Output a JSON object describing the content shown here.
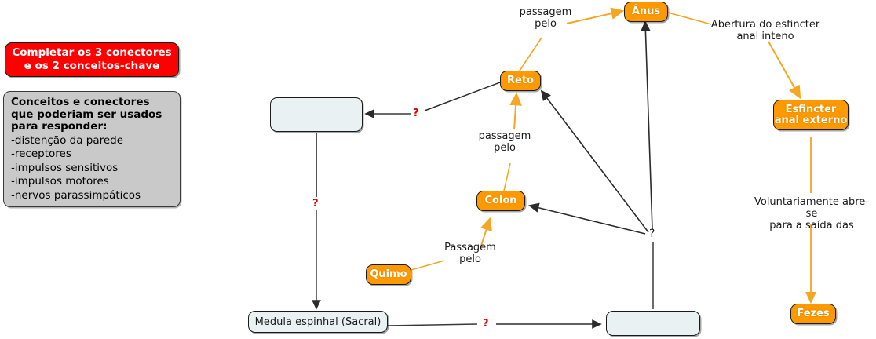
{
  "diagram": {
    "title_banner": "Completar os 3 conectores\ne os 2 conceitos-chave",
    "legend": {
      "title": "Conceitos e conectores que poderiam ser usados para responder:",
      "items": [
        "-distenção da parede",
        "-receptores",
        "-impulsos sensitivos",
        "-impulsos motores",
        "-nervos parassimpáticos"
      ]
    },
    "colors": {
      "concept_fill": "#FF9900",
      "concept_text": "#FFFFFF",
      "empty_fill": "#E9F1F3",
      "banner_fill": "#FF0000",
      "legend_fill": "#C9C9C9",
      "orange_edge": "#F5A623",
      "black_edge": "#2B2B2B",
      "question_red": "#D40000"
    },
    "nodes": [
      {
        "id": "anus",
        "label": "Ânus",
        "type": "concept"
      },
      {
        "id": "reto",
        "label": "Reto",
        "type": "concept"
      },
      {
        "id": "colon",
        "label": "Colon",
        "type": "concept"
      },
      {
        "id": "quimo",
        "label": "Quimo",
        "type": "concept"
      },
      {
        "id": "esfincter",
        "label": "Esfincter\nanal externo",
        "type": "concept"
      },
      {
        "id": "fezes",
        "label": "Fezes",
        "type": "concept"
      },
      {
        "id": "medula",
        "label": "Medula espinhal (Sacral)",
        "type": "plain"
      },
      {
        "id": "empty-left",
        "label": "",
        "type": "empty"
      },
      {
        "id": "empty-bottom-right",
        "label": "",
        "type": "empty"
      }
    ],
    "edge_labels": [
      {
        "id": "reto-anus",
        "text": "passagem\npelo"
      },
      {
        "id": "anus-esfincter",
        "text": "Abertura do esfincter\nanal inteno"
      },
      {
        "id": "colon-reto",
        "text": "passagem\npelo"
      },
      {
        "id": "quimo-colon",
        "text": "Passagem\npelo"
      },
      {
        "id": "esfincter-fezes",
        "text": "Voluntariamente abre-se\npara a saída das"
      }
    ],
    "question_marks": [
      {
        "id": "q-reto-emptyleft",
        "text": "?",
        "color": "red"
      },
      {
        "id": "q-emptyleft-medula",
        "text": "?",
        "color": "red"
      },
      {
        "id": "q-medula-emptyright",
        "text": "?",
        "color": "red"
      },
      {
        "id": "q-junction",
        "text": "?",
        "color": "black"
      }
    ]
  }
}
